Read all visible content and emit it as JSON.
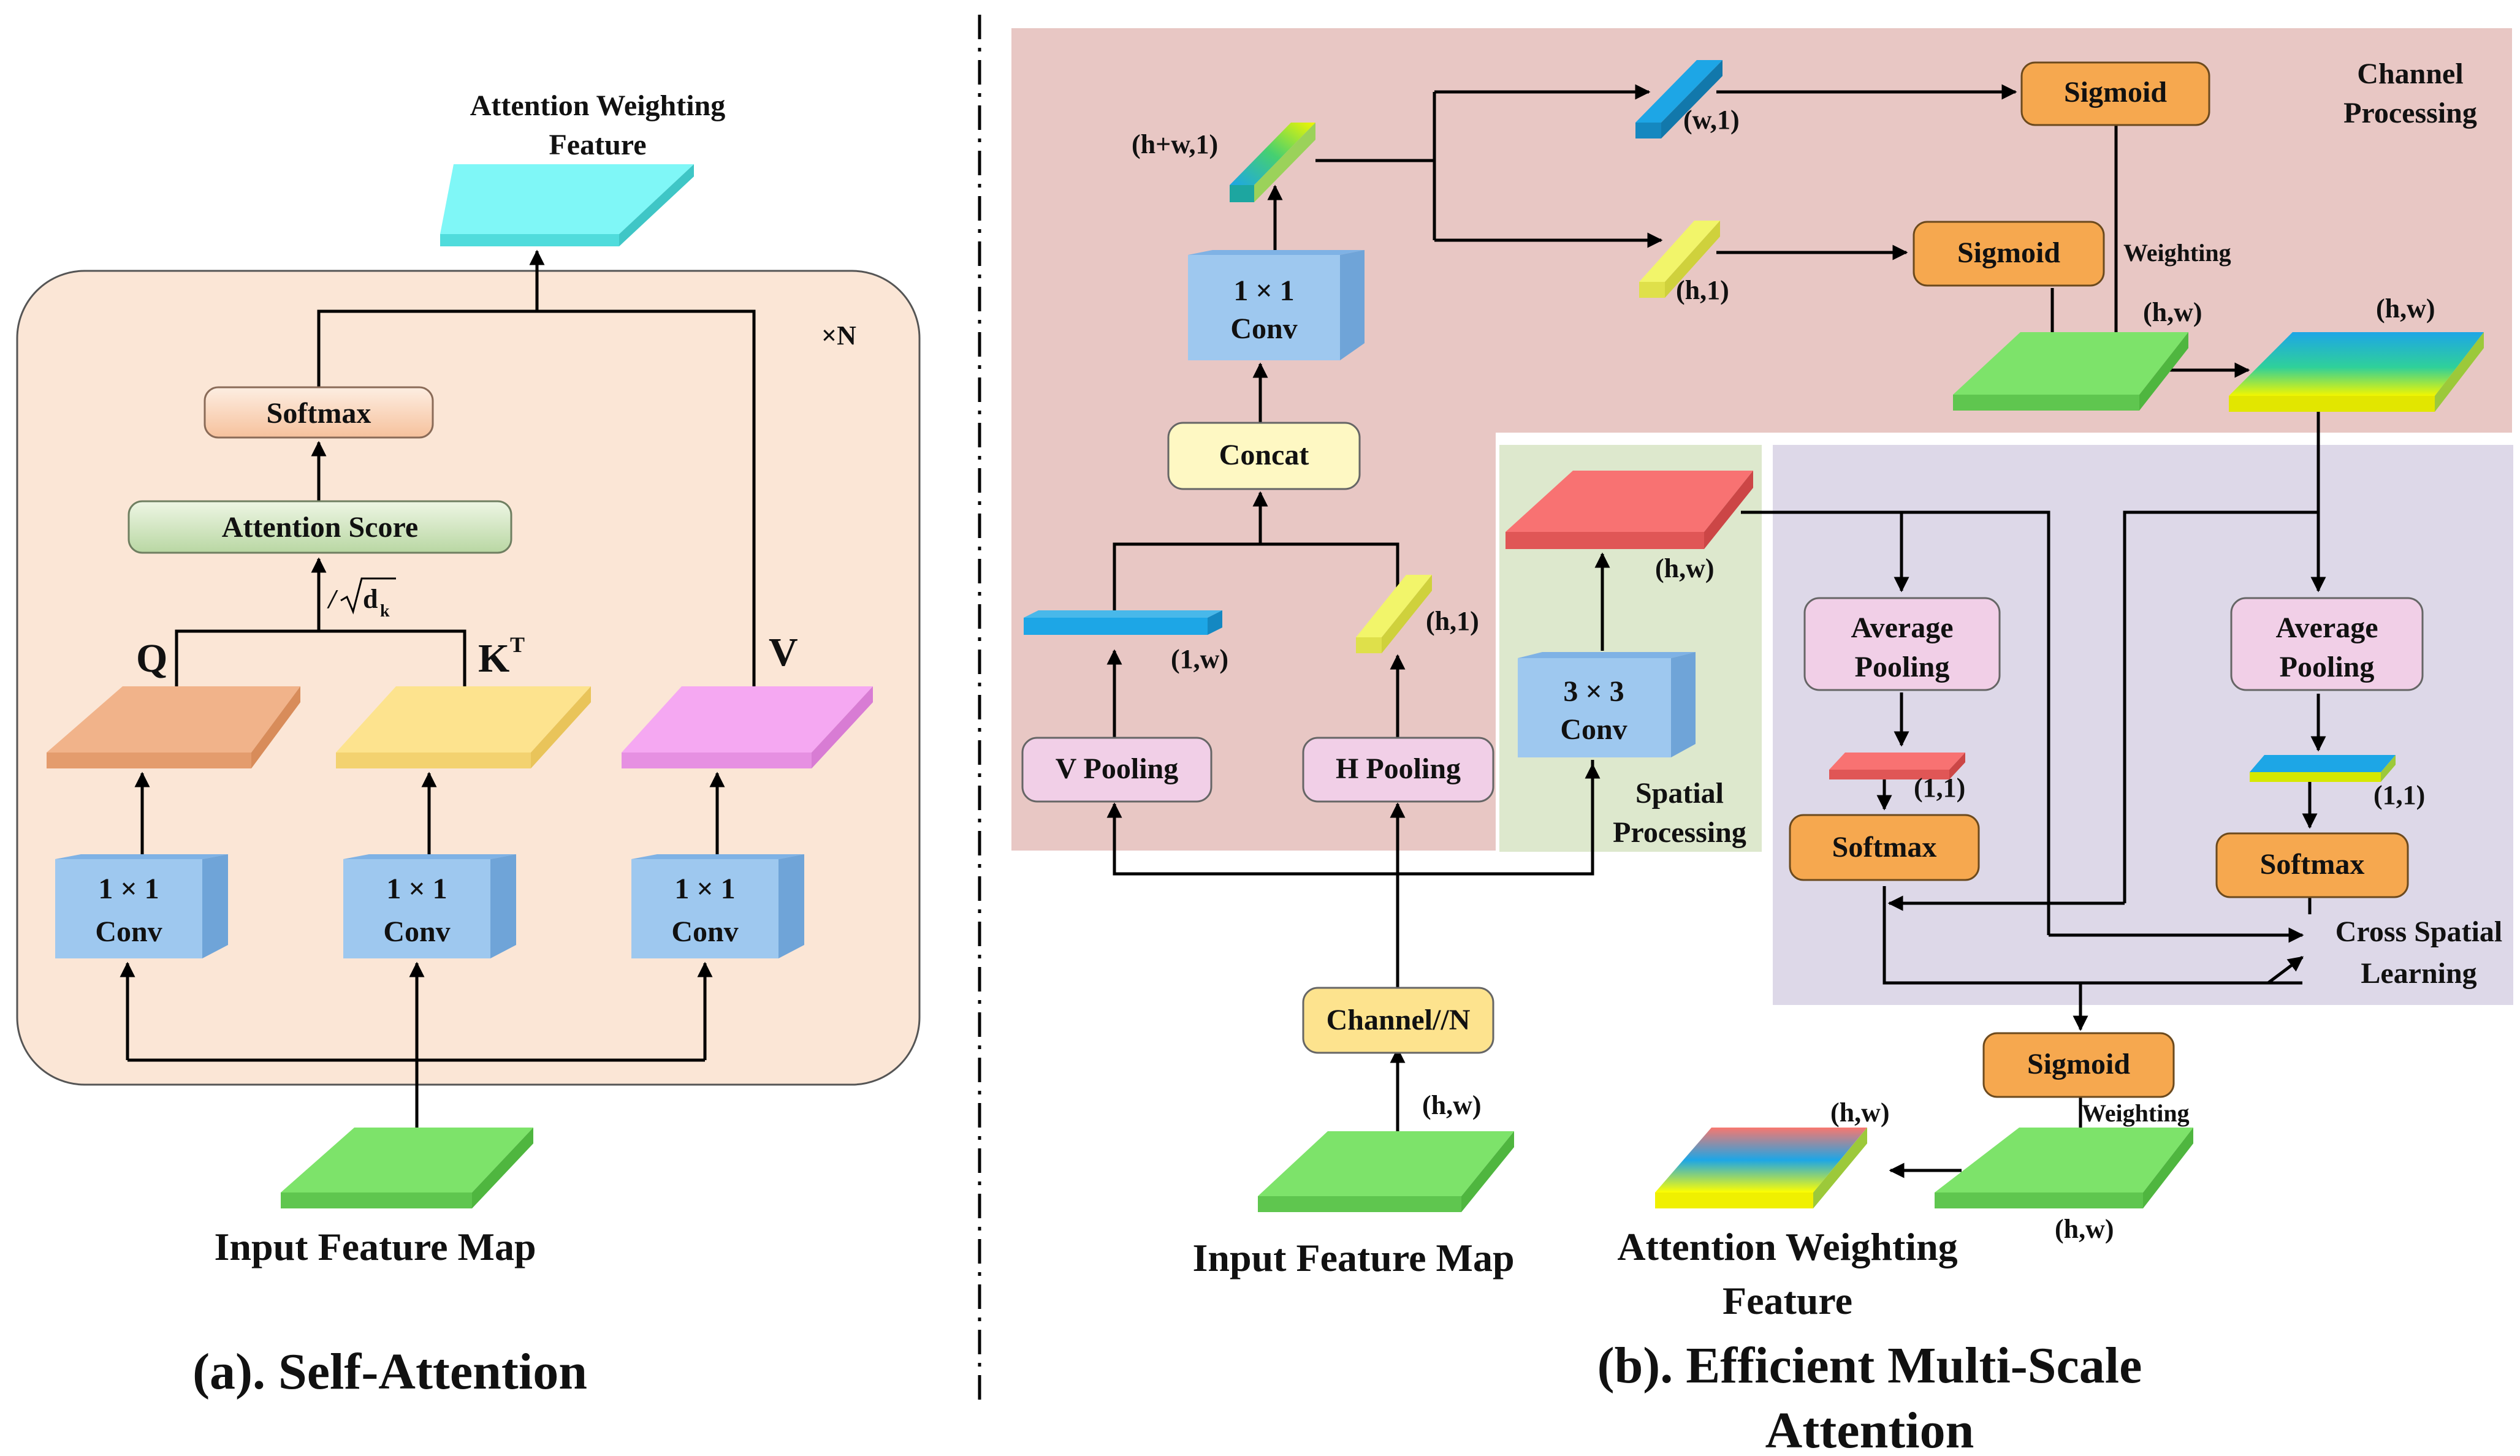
{
  "multiplier": "×N",
  "colors": {
    "accent_green": "#7de36a",
    "softmax_orange": "#f6a84f",
    "pooling_pink": "#f1cfe7",
    "conv_blue": "#9ec8ef",
    "concat_yellow": "#fef8c3",
    "channel_region": "#e8c7c4",
    "spatial_region": "#dde8cd",
    "cross_region": "#ddd8e8",
    "sa_panel": "#fbe6d6"
  },
  "panel_a": {
    "caption": "(a). Self-Attention",
    "output_label_line1": "Attention Weighting",
    "output_label_line2": "Feature",
    "softmax": "Softmax",
    "attention_score": "Attention Score",
    "scale_prefix": "/",
    "scale_d": "d",
    "scale_sub": "k",
    "q_label": "Q",
    "k_label": "K",
    "k_sup": "T",
    "v_label": "V",
    "conv1_line1": "1 × 1",
    "conv1_line2": "Conv",
    "conv2_line1": "1 × 1",
    "conv2_line2": "Conv",
    "conv3_line1": "1 × 1",
    "conv3_line2": "Conv",
    "input_label": "Input Feature Map"
  },
  "panel_b": {
    "caption_line1": "(b). Efficient Multi-Scale",
    "caption_line2": "Attention",
    "channel_processing_line1": "Channel",
    "channel_processing_line2": "Processing",
    "spatial_processing_line1": "Spatial",
    "spatial_processing_line2": "Processing",
    "cross_spatial_line1": "Cross Spatial",
    "cross_spatial_line2": "Learning",
    "sigmoid_top": "Sigmoid",
    "sigmoid_mid": "Sigmoid",
    "sigmoid_bottom": "Sigmoid",
    "weighting_top": "Weighting",
    "weighting_bottom": "Weighting",
    "conv1x1_line1": "1 × 1",
    "conv1x1_line2": "Conv",
    "conv3x3_line1": "3 × 3",
    "conv3x3_line2": "Conv",
    "concat": "Concat",
    "v_pooling": "V Pooling",
    "h_pooling": "H Pooling",
    "channel_n": "Channel//N",
    "avg_pool_left_line1": "Average",
    "avg_pool_left_line2": "Pooling",
    "avg_pool_right_line1": "Average",
    "avg_pool_right_line2": "Pooling",
    "softmax_left": "Softmax",
    "softmax_right": "Softmax",
    "dim_hw1": "(h+w,1)",
    "dim_w1": "(w,1)",
    "dim_h1_top": "(h,1)",
    "dim_hw_top1": "(h,w)",
    "dim_hw_top2": "(h,w)",
    "dim_1w": "(1,w)",
    "dim_h1_mid": "(h,1)",
    "dim_hw_spatial": "(h,w)",
    "dim_11_left": "(1,1)",
    "dim_11_right": "(1,1)",
    "dim_hw_input": "(h,w)",
    "dim_hw_out": "(h,w)",
    "dim_hw_weighted": "(h,w)",
    "input_label": "Input Feature Map",
    "output_label_line1": "Attention Weighting",
    "output_label_line2": "Feature"
  }
}
